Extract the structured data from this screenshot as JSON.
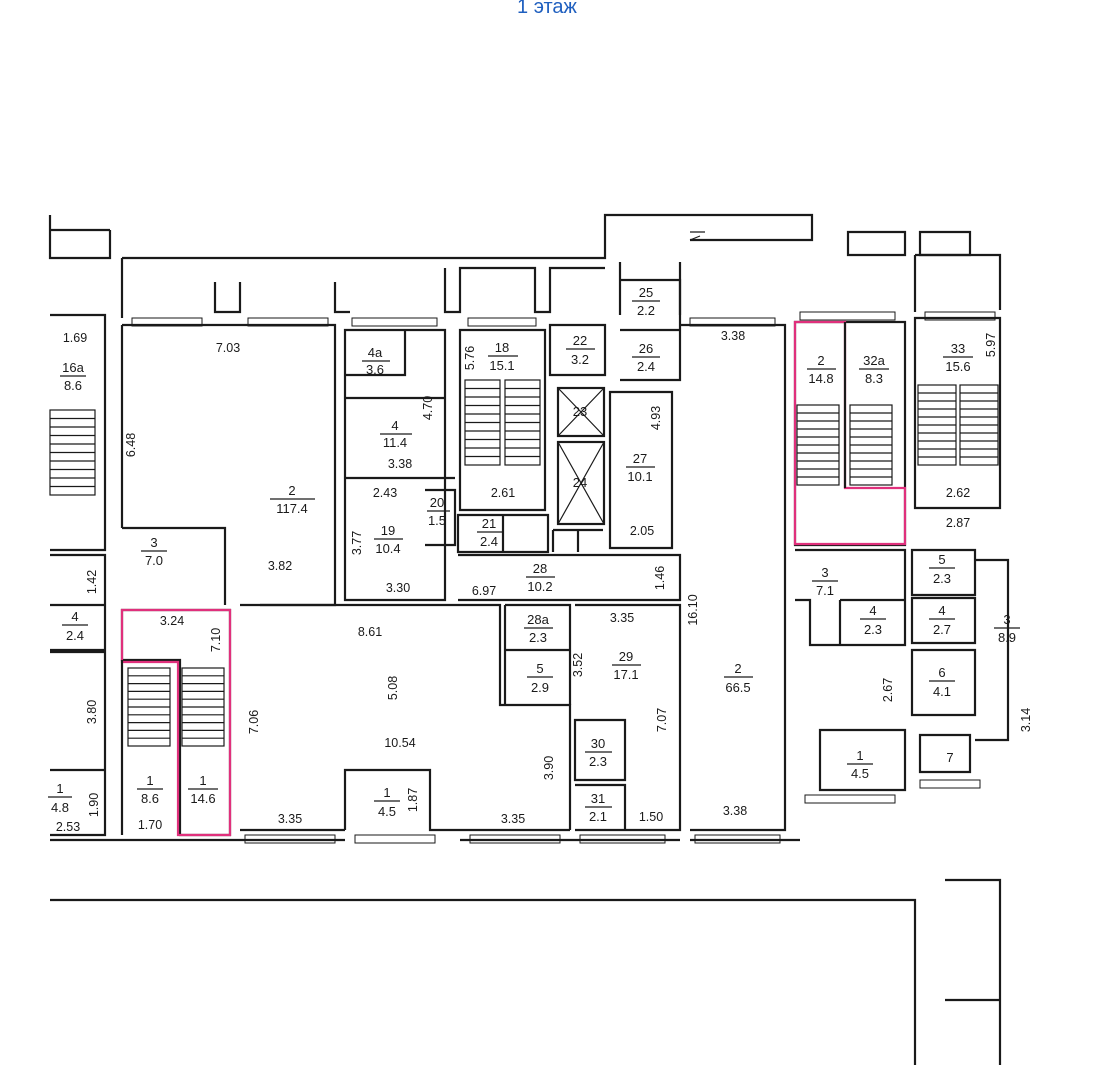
{
  "title": "1 этаж",
  "colors": {
    "title": "#1f5fbf",
    "highlight": "#e0307c",
    "lines": "#1a1a1a"
  },
  "rooms": {
    "r16a": {
      "num": "16а",
      "area": "8.6"
    },
    "r2big": {
      "num": "2",
      "area": "117.4"
    },
    "r4a": {
      "num": "4а",
      "area": "3.6"
    },
    "r4mid": {
      "num": "4",
      "area": "11.4"
    },
    "r18": {
      "num": "18",
      "area": "15.1"
    },
    "r22": {
      "num": "22",
      "area": "3.2"
    },
    "r25": {
      "num": "25",
      "area": "2.2"
    },
    "r26": {
      "num": "26",
      "area": "2.4"
    },
    "r23": {
      "num": "23"
    },
    "r24": {
      "num": "24"
    },
    "r27": {
      "num": "27",
      "area": "10.1"
    },
    "r20": {
      "num": "20",
      "area": "1.5"
    },
    "r19": {
      "num": "19",
      "area": "10.4"
    },
    "r21": {
      "num": "21",
      "area": "2.4"
    },
    "r28": {
      "num": "28",
      "area": "10.2"
    },
    "r28a": {
      "num": "28а",
      "area": "2.3"
    },
    "r5mid": {
      "num": "5",
      "area": "2.9"
    },
    "r29": {
      "num": "29",
      "area": "17.1"
    },
    "r30": {
      "num": "30",
      "area": "2.3"
    },
    "r31": {
      "num": "31",
      "area": "2.1"
    },
    "r1small": {
      "num": "1",
      "area": "4.5"
    },
    "r3left": {
      "num": "3",
      "area": "7.0"
    },
    "r4left": {
      "num": "4",
      "area": "2.4"
    },
    "r1a": {
      "num": "1",
      "area": "8.6"
    },
    "r1b": {
      "num": "1",
      "area": "14.6"
    },
    "r1far": {
      "num": "1",
      "area": "4.8"
    },
    "r2right": {
      "num": "2",
      "area": "66.5"
    },
    "r2pink": {
      "num": "2",
      "area": "14.8"
    },
    "r32a": {
      "num": "32а",
      "area": "8.3"
    },
    "r33": {
      "num": "33",
      "area": "15.6"
    },
    "r3right": {
      "num": "3",
      "area": "7.1"
    },
    "r4right": {
      "num": "4",
      "area": "2.3"
    },
    "r1right": {
      "num": "1",
      "area": "4.5"
    },
    "r5far": {
      "num": "5",
      "area": "2.3"
    },
    "r4far": {
      "num": "4",
      "area": "2.7"
    },
    "r3far": {
      "num": "3",
      "area": "8.9"
    },
    "r6far": {
      "num": "6",
      "area": "4.1"
    },
    "r7far": {
      "num": "7"
    }
  },
  "dims": {
    "d1_69": "1.69",
    "d6_48": "6.48",
    "d7_03": "7.03",
    "d4_70": "4.70",
    "d3_38a": "3.38",
    "d5_76": "5.76",
    "d2_61": "2.61",
    "d4_93": "4.93",
    "d2_05": "2.05",
    "d2_43": "2.43",
    "d3_77": "3.77",
    "d3_30": "3.30",
    "d6_97": "6.97",
    "d1_46": "1.46",
    "d3_82": "3.82",
    "d3_24": "3.24",
    "d7_10": "7.10",
    "d1_42": "1.42",
    "d8_61": "8.61",
    "d5_08": "5.08",
    "d7_06": "7.06",
    "d10_54": "10.54",
    "d3_80": "3.80",
    "d1_87": "1.87",
    "d3_35a": "3.35",
    "d3_35b": "3.35",
    "d3_35c": "3.35",
    "d3_52": "3.52",
    "d7_07": "7.07",
    "d3_90": "3.90",
    "d1_50": "1.50",
    "d1_70": "1.70",
    "d1_90": "1.90",
    "d2_53": "2.53",
    "d3_38b": "3.38",
    "d16_10": "16.10",
    "d3_38c": "3.38",
    "d5_97": "5.97",
    "d2_62": "2.62",
    "d2_87": "2.87",
    "d2_67": "2.67",
    "d3_14": "3.14"
  }
}
